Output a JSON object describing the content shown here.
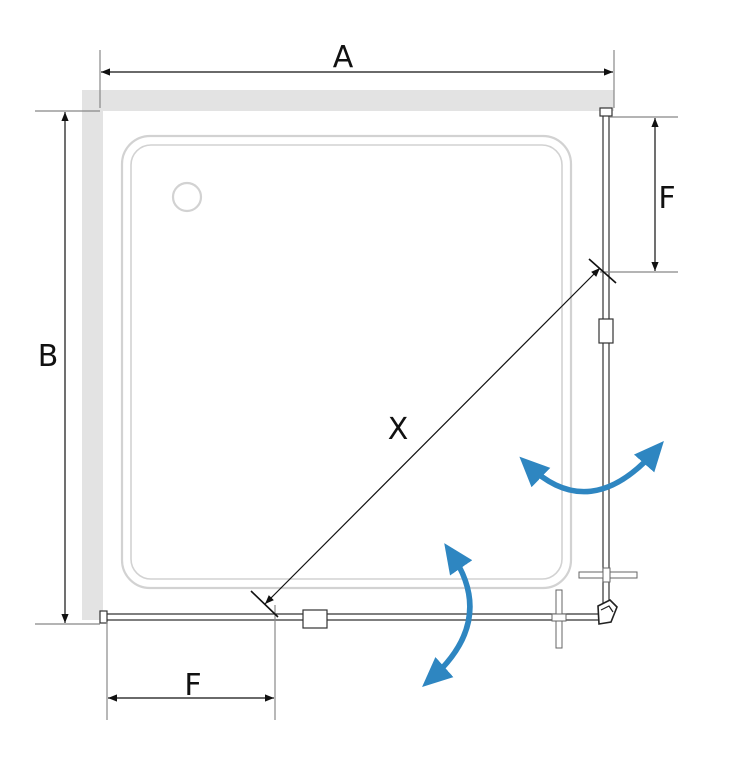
{
  "dimensions": {
    "width_label": "A",
    "depth_label": "B",
    "door_label_top": "F",
    "door_label_bottom": "F",
    "diagonal_label": "X"
  },
  "colors": {
    "wall": "#e3e3e3",
    "line": "#222222",
    "tray_outline": "#d2d2d2",
    "arrow": "#2e86c1"
  },
  "icons": {
    "swing_arrows": "double-headed-curved-arrow",
    "drain": "circle-drain"
  }
}
